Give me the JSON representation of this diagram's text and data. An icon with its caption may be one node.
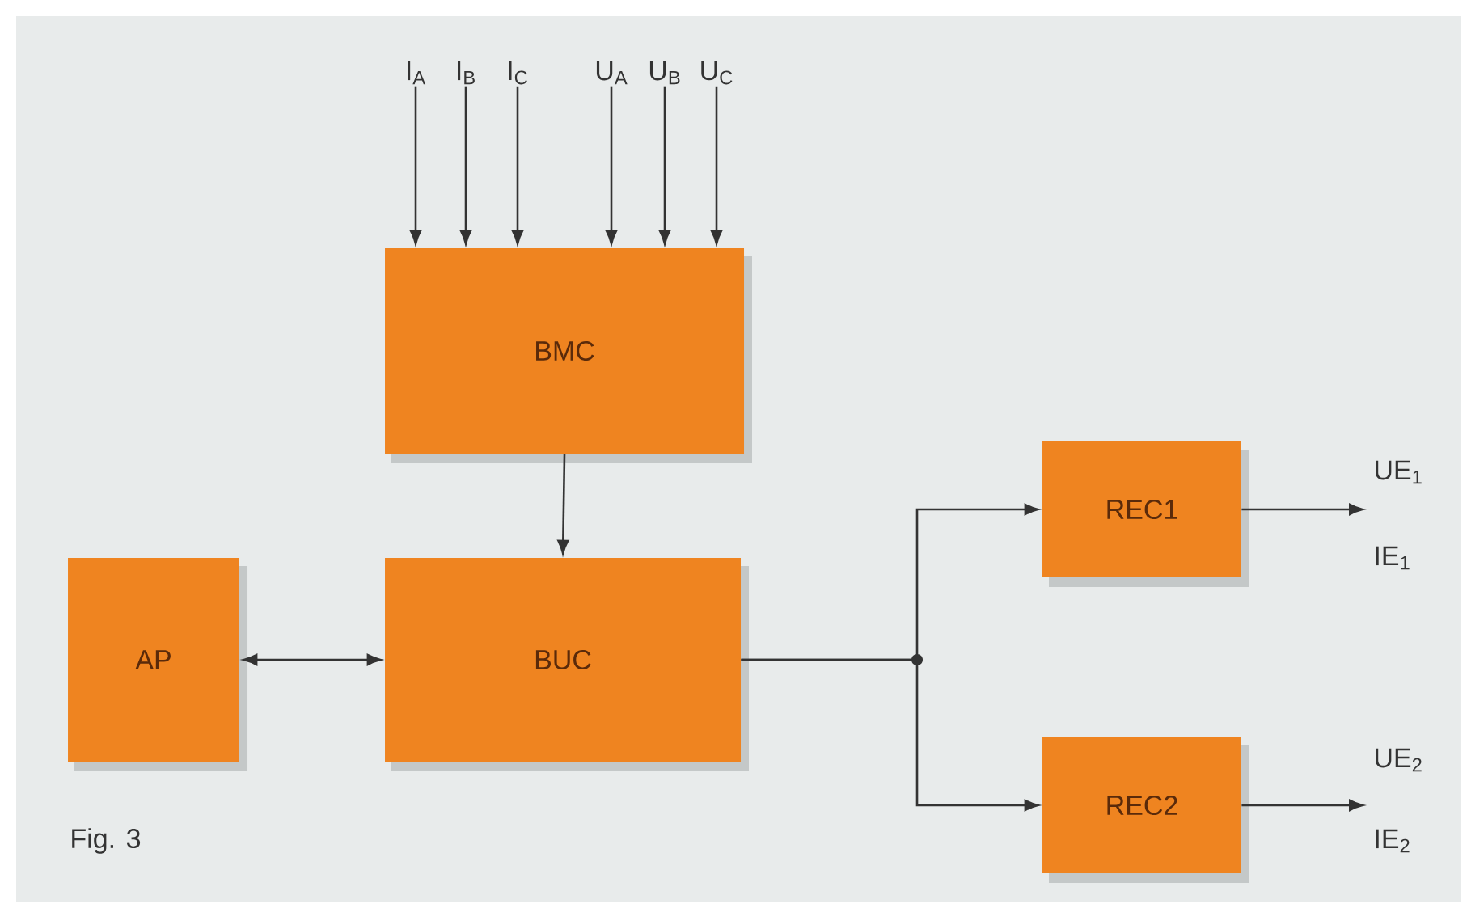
{
  "diagram": {
    "nodes": [
      {
        "text": [
          "I$_{A}$"
        ]
      },
      {
        "text": [
          "I$_{B}$"
        ]
      },
      {
        "text": [
          "I$_{C}$"
        ]
      },
      {
        "text": [
          "U$_{A}$"
        ]
      },
      {
        "text": [
          "U$_{B}$"
        ]
      },
      {
        "text": [
          "U$_{C}$"
        ]
      },
      {
        "text": [
          "BMC"
        ]
      },
      {
        "text": [
          "AP"
        ]
      },
      {
        "text": [
          "BUC"
        ]
      },
      {
        "text": [
          "REC1"
        ]
      },
      {
        "text": [
          "REC2"
        ]
      }
    ],
    "edges": [
      {
        "from": 0,
        "to": 6,
        "arrow": "to"
      },
      {
        "from": 1,
        "to": 6,
        "arrow": "to"
      },
      {
        "from": 2,
        "to": 6,
        "arrow": "to"
      },
      {
        "from": 3,
        "to": 6,
        "arrow": "to"
      },
      {
        "from": 4,
        "to": 6,
        "arrow": "to"
      },
      {
        "from": 5,
        "to": 6,
        "arrow": "to"
      },
      {
        "from": 6,
        "to": 8,
        "arrow": "to"
      },
      {
        "from": 7,
        "to": 8,
        "arrow": "both"
      },
      {
        "from": 8,
        "to": 9,
        "arrow": "to"
      },
      {
        "from": 8,
        "to": 10,
        "arrow": "to"
      },
      {
        "from": 9,
        "to": null,
        "arrow": "to"
      },
      {
        "from": 10,
        "to": null,
        "arrow": "to"
      }
    ],
    "labels": [
      "UE$_{1}$",
      "IE$_{1}$",
      "UE$_{2}$",
      "IE$_{2}$",
      "Fig. 3"
    ]
  }
}
